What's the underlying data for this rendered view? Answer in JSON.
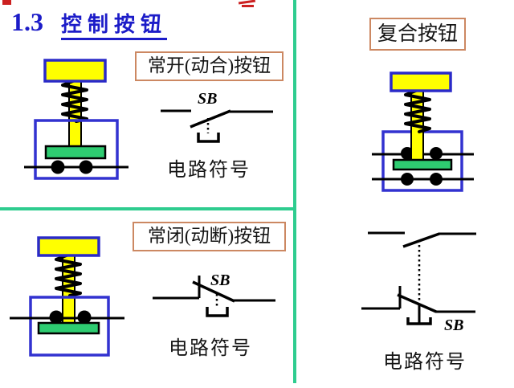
{
  "title": {
    "number": "1.3",
    "text": "控制按钮"
  },
  "colors": {
    "title_blue": "#1c1cc8",
    "divider_green": "#2ecc8f",
    "label_border": "#cc8862",
    "button_yellow": "#ffff00",
    "housing_blue": "#3232d0",
    "contact_bar_green": "#2ecc71",
    "wire_black": "#000000",
    "artifact_red": "#cc2020"
  },
  "sections": {
    "normally_open": {
      "label": "常开(动合)按钮",
      "symbol_label": "SB",
      "caption": "电路符号"
    },
    "normally_closed": {
      "label": "常闭(动断)按钮",
      "symbol_label": "SB",
      "caption": "电路符号"
    },
    "compound": {
      "label": "复合按钮",
      "symbol_label": "SB",
      "caption": "电路符号"
    }
  }
}
